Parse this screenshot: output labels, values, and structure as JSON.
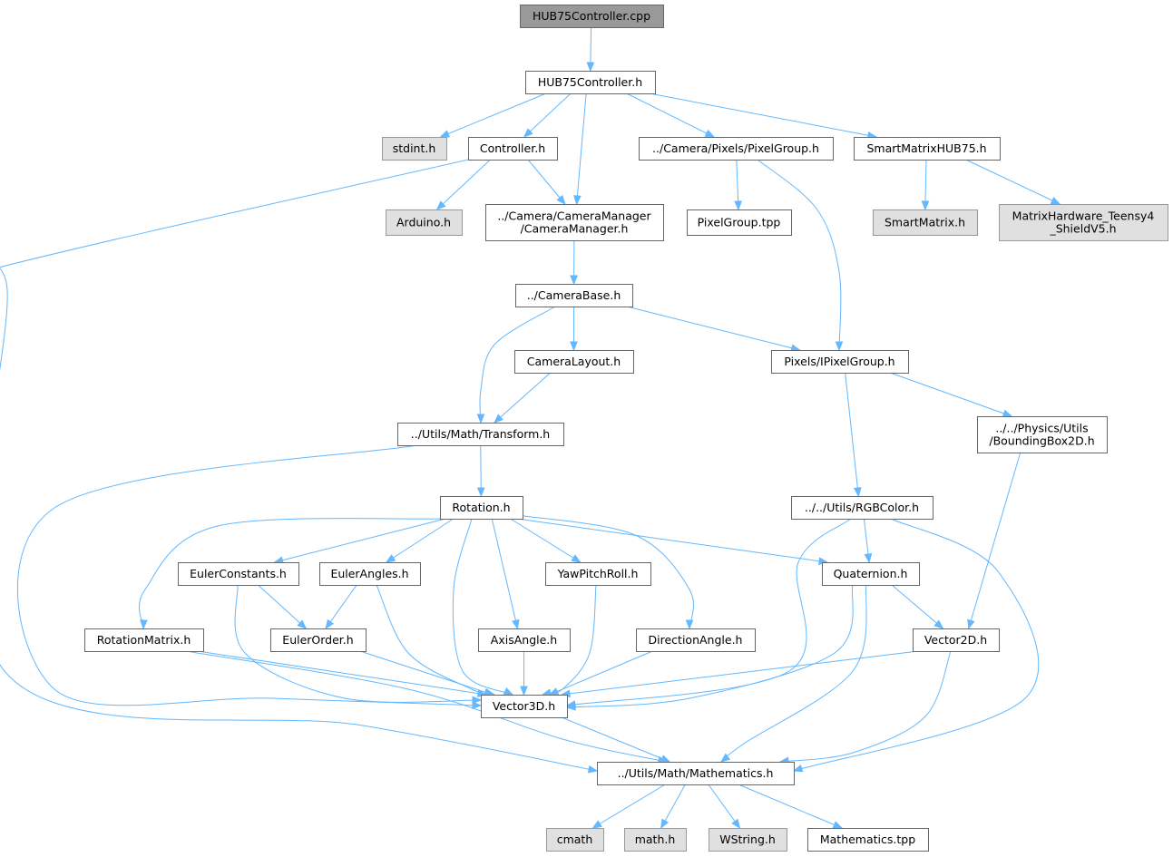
{
  "nodes": [
    {
      "id": "root",
      "kind": "root",
      "lines": [
        "HUB75Controller.cpp"
      ]
    },
    {
      "id": "hub75h",
      "kind": "normal",
      "lines": [
        "HUB75Controller.h"
      ]
    },
    {
      "id": "stdint",
      "kind": "system",
      "lines": [
        "stdint.h"
      ]
    },
    {
      "id": "controller",
      "kind": "normal",
      "lines": [
        "Controller.h"
      ]
    },
    {
      "id": "pixelgroup",
      "kind": "normal",
      "lines": [
        "../Camera/Pixels/PixelGroup.h"
      ]
    },
    {
      "id": "smhub",
      "kind": "normal",
      "lines": [
        "SmartMatrixHUB75.h"
      ]
    },
    {
      "id": "arduino",
      "kind": "system",
      "lines": [
        "Arduino.h"
      ]
    },
    {
      "id": "cammgr",
      "kind": "normal",
      "lines": [
        "../Camera/CameraManager",
        "/CameraManager.h"
      ]
    },
    {
      "id": "pgtpp",
      "kind": "normal",
      "lines": [
        "PixelGroup.tpp"
      ]
    },
    {
      "id": "smartmatrix",
      "kind": "system",
      "lines": [
        "SmartMatrix.h"
      ]
    },
    {
      "id": "mhteensy",
      "kind": "system",
      "lines": [
        "MatrixHardware_Teensy4",
        "_ShieldV5.h"
      ]
    },
    {
      "id": "cambase",
      "kind": "normal",
      "lines": [
        "../CameraBase.h"
      ]
    },
    {
      "id": "camlayout",
      "kind": "normal",
      "lines": [
        "CameraLayout.h"
      ]
    },
    {
      "id": "ipixel",
      "kind": "normal",
      "lines": [
        "Pixels/IPixelGroup.h"
      ]
    },
    {
      "id": "transform",
      "kind": "normal",
      "lines": [
        "../Utils/Math/Transform.h"
      ]
    },
    {
      "id": "bbox",
      "kind": "normal",
      "lines": [
        "../../Physics/Utils",
        "/BoundingBox2D.h"
      ]
    },
    {
      "id": "rotation",
      "kind": "normal",
      "lines": [
        "Rotation.h"
      ]
    },
    {
      "id": "rgbcolor",
      "kind": "normal",
      "lines": [
        "../../Utils/RGBColor.h"
      ]
    },
    {
      "id": "eulerconst",
      "kind": "normal",
      "lines": [
        "EulerConstants.h"
      ]
    },
    {
      "id": "eulerangles",
      "kind": "normal",
      "lines": [
        "EulerAngles.h"
      ]
    },
    {
      "id": "ypr",
      "kind": "normal",
      "lines": [
        "YawPitchRoll.h"
      ]
    },
    {
      "id": "quat",
      "kind": "normal",
      "lines": [
        "Quaternion.h"
      ]
    },
    {
      "id": "rotmatrix",
      "kind": "normal",
      "lines": [
        "RotationMatrix.h"
      ]
    },
    {
      "id": "eulerorder",
      "kind": "normal",
      "lines": [
        "EulerOrder.h"
      ]
    },
    {
      "id": "axisangle",
      "kind": "normal",
      "lines": [
        "AxisAngle.h"
      ]
    },
    {
      "id": "dirangle",
      "kind": "normal",
      "lines": [
        "DirectionAngle.h"
      ]
    },
    {
      "id": "vec2",
      "kind": "normal",
      "lines": [
        "Vector2D.h"
      ]
    },
    {
      "id": "vec3",
      "kind": "normal",
      "lines": [
        "Vector3D.h"
      ]
    },
    {
      "id": "mathematics",
      "kind": "normal",
      "lines": [
        "../Utils/Math/Mathematics.h"
      ]
    },
    {
      "id": "cmath",
      "kind": "system",
      "lines": [
        "cmath"
      ]
    },
    {
      "id": "mathh",
      "kind": "system",
      "lines": [
        "math.h"
      ]
    },
    {
      "id": "wstring",
      "kind": "system",
      "lines": [
        "WString.h"
      ]
    },
    {
      "id": "mtpp",
      "kind": "normal",
      "lines": [
        "Mathematics.tpp"
      ]
    }
  ],
  "edges": [
    [
      "root",
      "hub75h"
    ],
    [
      "hub75h",
      "stdint"
    ],
    [
      "hub75h",
      "controller"
    ],
    [
      "hub75h",
      "cammgr"
    ],
    [
      "hub75h",
      "pixelgroup"
    ],
    [
      "hub75h",
      "smhub"
    ],
    [
      "controller",
      "arduino"
    ],
    [
      "controller",
      "cammgr"
    ],
    [
      "controller",
      "mathematics"
    ],
    [
      "pixelgroup",
      "pgtpp"
    ],
    [
      "pixelgroup",
      "ipixel"
    ],
    [
      "smhub",
      "smartmatrix"
    ],
    [
      "smhub",
      "mhteensy"
    ],
    [
      "cammgr",
      "cambase"
    ],
    [
      "cambase",
      "camlayout"
    ],
    [
      "cambase",
      "ipixel"
    ],
    [
      "cambase",
      "transform"
    ],
    [
      "camlayout",
      "transform"
    ],
    [
      "ipixel",
      "rgbcolor"
    ],
    [
      "ipixel",
      "bbox"
    ],
    [
      "transform",
      "rotation"
    ],
    [
      "transform",
      "vec3"
    ],
    [
      "bbox",
      "vec2"
    ],
    [
      "rotation",
      "eulerconst"
    ],
    [
      "rotation",
      "eulerangles"
    ],
    [
      "rotation",
      "ypr"
    ],
    [
      "rotation",
      "quat"
    ],
    [
      "rotation",
      "rotmatrix"
    ],
    [
      "rotation",
      "axisangle"
    ],
    [
      "rotation",
      "dirangle"
    ],
    [
      "rotation",
      "vec3"
    ],
    [
      "rgbcolor",
      "quat"
    ],
    [
      "rgbcolor",
      "vec3"
    ],
    [
      "rgbcolor",
      "mathematics"
    ],
    [
      "eulerconst",
      "eulerorder"
    ],
    [
      "eulerconst",
      "vec3"
    ],
    [
      "eulerangles",
      "eulerorder"
    ],
    [
      "eulerangles",
      "vec3"
    ],
    [
      "ypr",
      "vec3"
    ],
    [
      "quat",
      "vec2"
    ],
    [
      "quat",
      "vec3"
    ],
    [
      "quat",
      "mathematics"
    ],
    [
      "rotmatrix",
      "vec3"
    ],
    [
      "rotmatrix",
      "mathematics"
    ],
    [
      "eulerorder",
      "vec3"
    ],
    [
      "axisangle",
      "vec3"
    ],
    [
      "dirangle",
      "vec3"
    ],
    [
      "vec2",
      "vec3"
    ],
    [
      "vec2",
      "mathematics"
    ],
    [
      "vec3",
      "mathematics"
    ],
    [
      "mathematics",
      "cmath"
    ],
    [
      "mathematics",
      "mathh"
    ],
    [
      "mathematics",
      "wstring"
    ],
    [
      "mathematics",
      "mtpp"
    ]
  ],
  "colors": {
    "edge": "#63b8ff",
    "node_border": "#666666",
    "system_fill": "#e0e0e0",
    "root_fill": "#999999"
  }
}
